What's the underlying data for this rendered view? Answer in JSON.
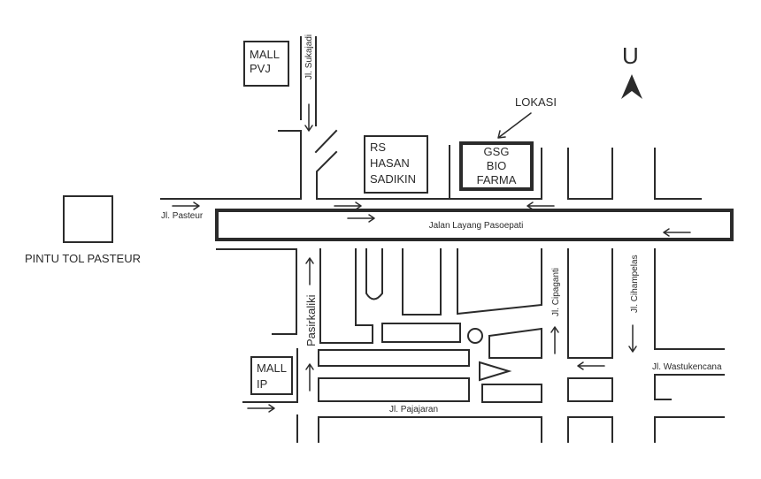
{
  "places": {
    "mall_pvj": [
      "MALL",
      "PVJ"
    ],
    "rs_hasan_sadikin": [
      "RS",
      "HASAN",
      "SADIKIN"
    ],
    "gsg_bio_farma": [
      "GSG",
      "BIO",
      "FARMA"
    ],
    "mall_ip": [
      "MALL",
      "IP"
    ],
    "pintu_tol_pasteur": "PINTU TOL PASTEUR"
  },
  "streets": {
    "sukajadi": "Jl. Sukajadi",
    "pasteur": "Jl. Pasteur",
    "layang_pasoepati": "Jalan Layang Pasoepati",
    "pasirkaliki": "Pasirkaliki",
    "cipaganti": "Jl. Cipaganti",
    "cihampelas": "Jl. Cihampelas",
    "wastukencana": "Jl. Wastukencana",
    "pajajaran": "Jl. Pajajaran"
  },
  "location_label": "LOKASI",
  "north_label": "U",
  "north_icon": "north-arrow-icon",
  "colors": {
    "ink": "#2b2b2b",
    "background": "#ffffff"
  }
}
